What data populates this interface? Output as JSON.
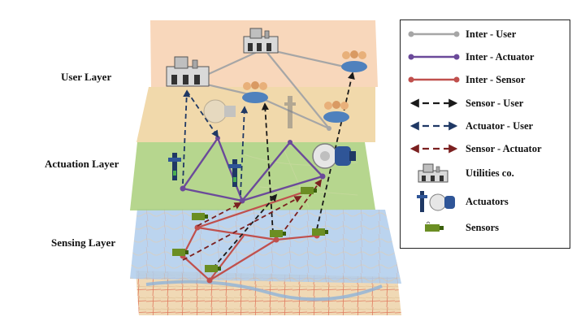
{
  "layers": [
    {
      "label": "User Layer"
    },
    {
      "label": "Actuation Layer"
    },
    {
      "label": "Sensing Layer"
    }
  ],
  "legend": [
    {
      "label": "Inter - User",
      "style": "solid",
      "color": "#a6a6a6",
      "endpoint": "dot"
    },
    {
      "label": "Inter - Actuator",
      "style": "solid",
      "color": "#6b4a9a",
      "endpoint": "dot"
    },
    {
      "label": "Inter - Sensor",
      "style": "solid",
      "color": "#c0504d",
      "endpoint": "dot"
    },
    {
      "label": "Sensor - User",
      "style": "dashed",
      "color": "#1a1a1a",
      "endpoint": "arrow"
    },
    {
      "label": "Actuator - User",
      "style": "dashed",
      "color": "#1f3864",
      "endpoint": "arrow"
    },
    {
      "label": "Sensor - Actuator",
      "style": "dashed",
      "color": "#7b2020",
      "endpoint": "arrow"
    },
    {
      "label": "Utilities co.",
      "icon": "utility-building-icon"
    },
    {
      "label": "Actuators",
      "icon": "valve-pump-icon"
    },
    {
      "label": "Sensors",
      "icon": "sensor-icon"
    }
  ],
  "colors": {
    "user_layer": "#f4c7a1",
    "actuation_layer": "#a9cf7a",
    "sensing_layer": "#a8c8ec",
    "map_base": "#f0d9b5"
  }
}
